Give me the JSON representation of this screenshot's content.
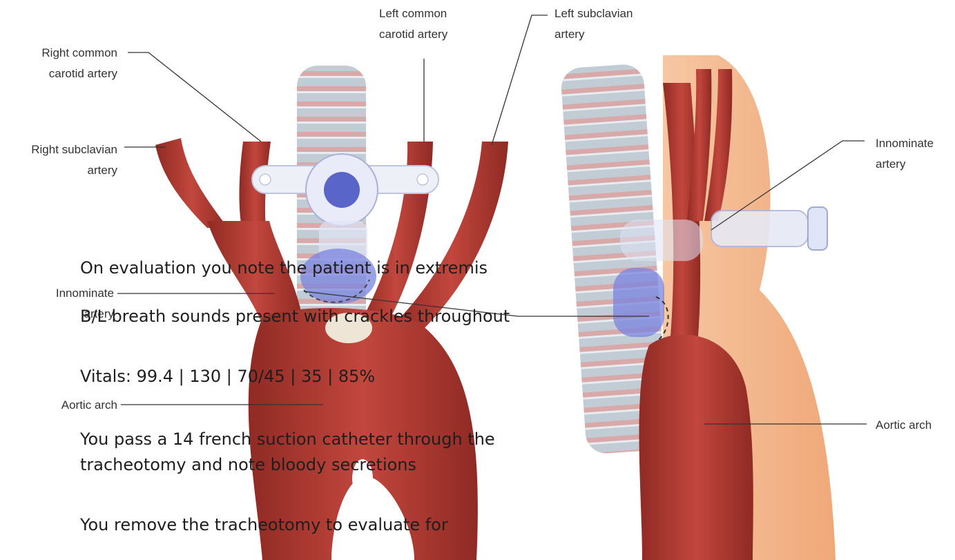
{
  "slide": {
    "background_color": "#5fb7cf",
    "text_color": "#1e1e1e",
    "lines": [
      "On evaluation you note the patient is in extremis",
      "B/L breath sounds present with crackles throughout",
      "Vitals: 99.4 | 130  |  70/45  |  35  |  85%",
      "You pass a 14 french suction catheter through the",
      "tracheotomy and note bloody secretions",
      "You remove the tracheotomy to evaluate for"
    ]
  },
  "diagram": {
    "artery_color": "#b03a32",
    "trachea_color": "#b8c4cc",
    "cuff_color": "#7a84e0",
    "labels": {
      "right_common_carotid": [
        "Right common",
        "carotid artery"
      ],
      "left_common_carotid": [
        "Left common",
        "carotid artery"
      ],
      "left_subclavian": [
        "Left subclavian",
        "artery"
      ],
      "right_subclavian": [
        "Right subclavian",
        "artery"
      ],
      "innominate_front": [
        "Innominate",
        "artery"
      ],
      "aortic_arch_front": "Aortic arch",
      "innominate_side": [
        "Innominate",
        "artery"
      ],
      "aortic_arch_side": "Aortic arch"
    }
  }
}
